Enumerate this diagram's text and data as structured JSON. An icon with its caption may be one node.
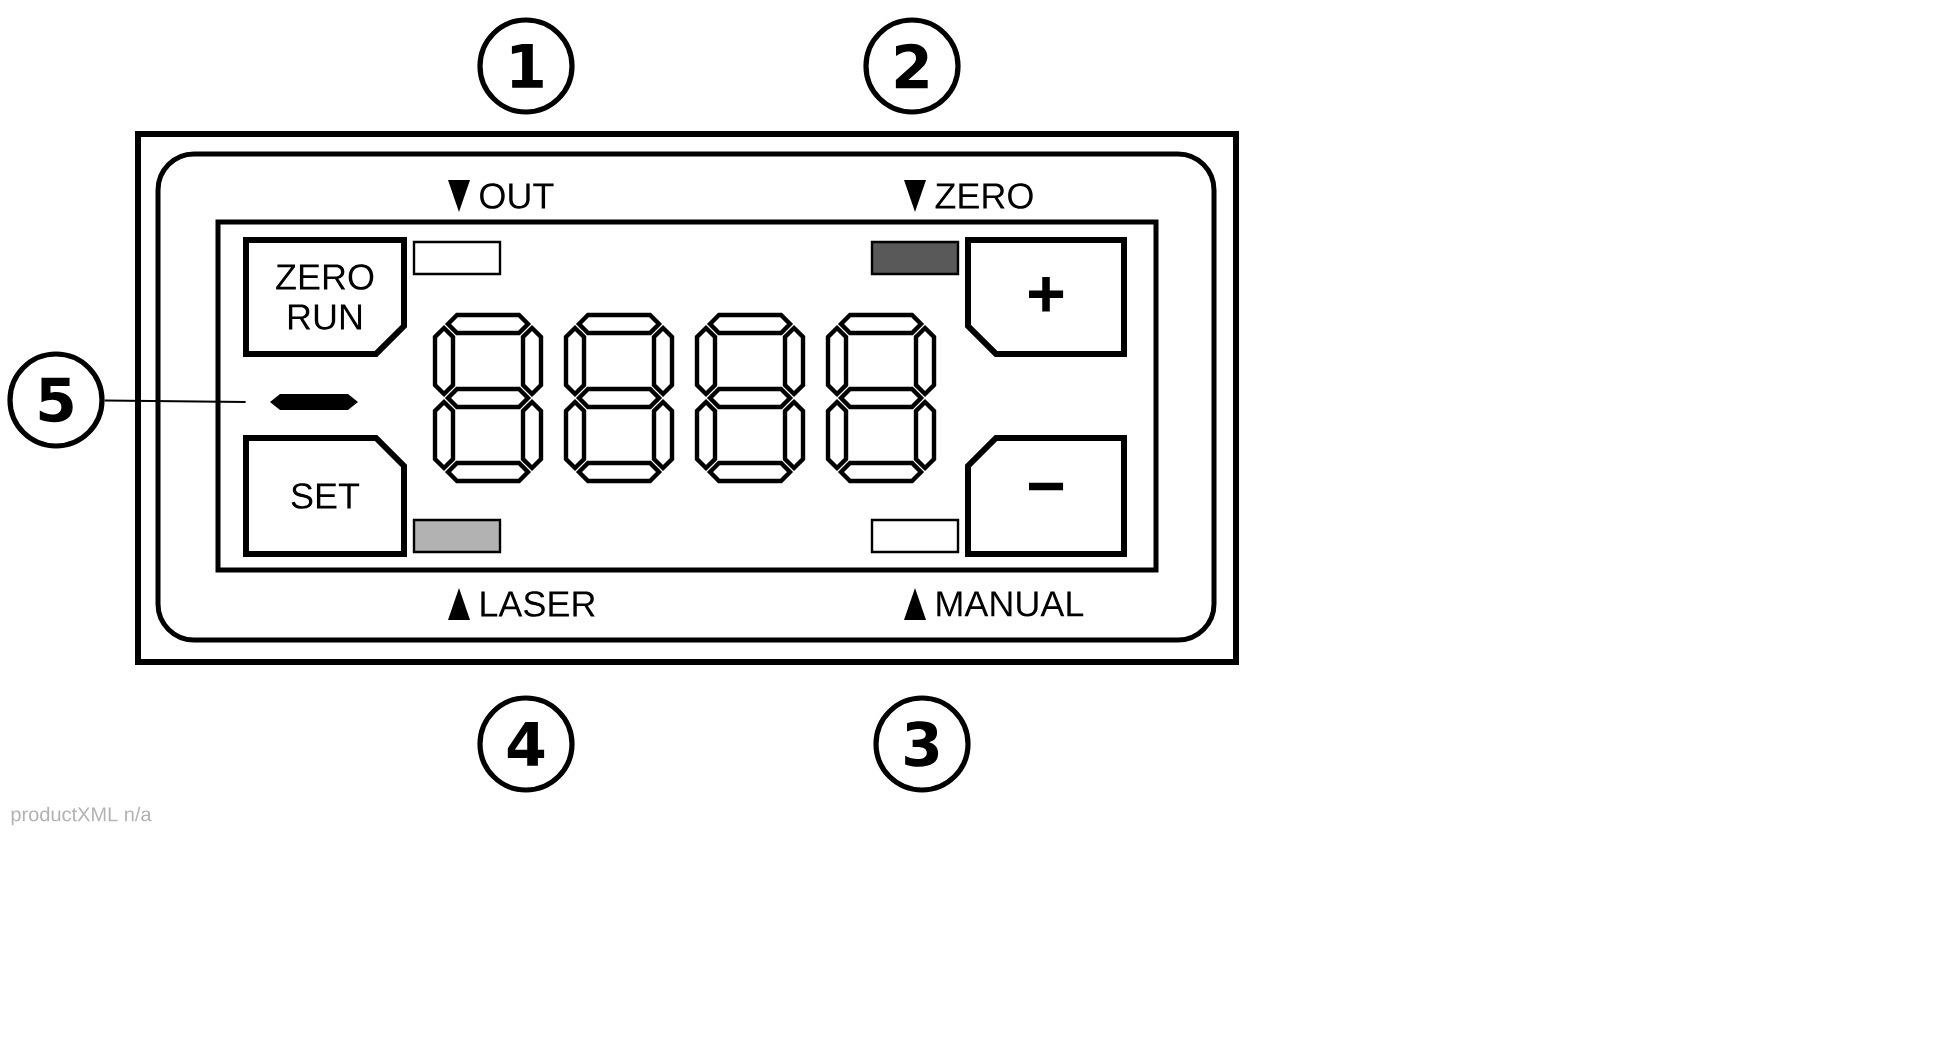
{
  "diagram": {
    "nodes": [
      {
        "text": [
          "1"
        ]
      },
      {
        "text": [
          "2"
        ]
      },
      {
        "text": [
          "ZERO RUN"
        ]
      },
      {
        "text": [
          "+"
        ]
      },
      {
        "text": [
          "5"
        ]
      },
      {
        "text": [],
        "shape": "bar"
      },
      {
        "text": [
          "SET"
        ]
      },
      {
        "text": [
          "−"
        ]
      },
      {
        "text": [
          "4"
        ]
      },
      {
        "text": [
          "3"
        ]
      }
    ],
    "edges": [
      {
        "from": 4,
        "to": 5,
        "arrow": "none"
      }
    ],
    "labels": [
      "OUT",
      "ZERO",
      "LASER",
      "MANUAL",
      "productXML n/a"
    ]
  }
}
